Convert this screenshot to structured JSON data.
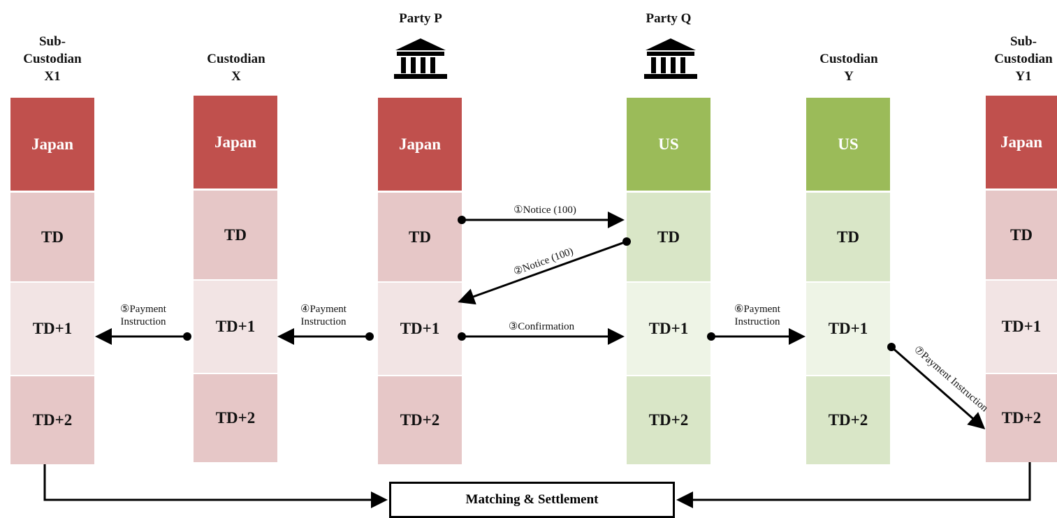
{
  "columns": [
    {
      "title": "Sub-\nCustodian\nX1",
      "country": "Japan",
      "bank": false,
      "rows": [
        "TD",
        "TD+1",
        "TD+2"
      ]
    },
    {
      "title": "Custodian\nX",
      "country": "Japan",
      "bank": false,
      "rows": [
        "TD",
        "TD+1",
        "TD+2"
      ]
    },
    {
      "title": "Party P",
      "country": "Japan",
      "bank": true,
      "rows": [
        "TD",
        "TD+1",
        "TD+2"
      ]
    },
    {
      "title": "Party Q",
      "country": "US",
      "bank": true,
      "rows": [
        "TD",
        "TD+1",
        "TD+2"
      ]
    },
    {
      "title": "Custodian\nY",
      "country": "US",
      "bank": false,
      "rows": [
        "TD",
        "TD+1",
        "TD+2"
      ]
    },
    {
      "title": "Sub-\nCustodian\nY1",
      "country": "Japan",
      "bank": false,
      "rows": [
        "TD",
        "TD+1",
        "TD+2"
      ]
    }
  ],
  "arrows": {
    "a1": "①Notice (100)",
    "a2": "②Notice (100)",
    "a3": "③Confirmation",
    "a4": [
      "④Payment",
      "Instruction"
    ],
    "a5": [
      "⑤Payment",
      "Instruction"
    ],
    "a6": [
      "⑥Payment",
      "Instruction"
    ],
    "a7": "⑦Payment Instruction"
  },
  "settlement": "Matching & Settlement",
  "colors": {
    "japan_head": "#c0504d",
    "us_head": "#9bbb59"
  },
  "icons": {
    "party": "bank-building-icon"
  }
}
